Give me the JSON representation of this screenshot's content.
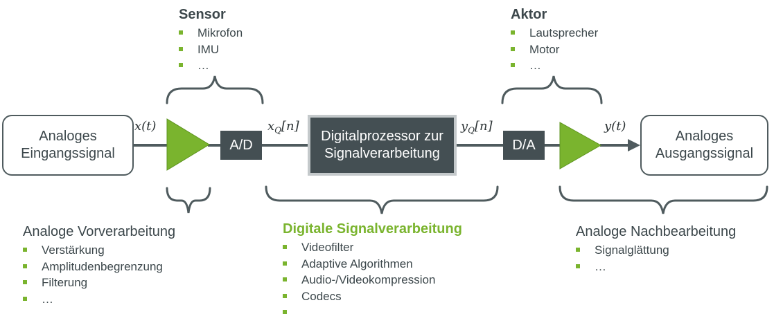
{
  "colors": {
    "accent_green": "#7ab42e",
    "dark_box": "#444f53",
    "text": "#3c474b",
    "line": "#4f5b5e"
  },
  "icons": [
    "amplifier-triangle",
    "arrow",
    "curly-brace"
  ],
  "input_box": {
    "line1": "Analoges",
    "line2": "Eingangssignal"
  },
  "output_box": {
    "line1": "Analoges",
    "line2": "Ausgangssignal"
  },
  "ad_label": "A/D",
  "da_label": "D/A",
  "dsp_box": {
    "line1": "Digitalprozessor zur",
    "line2": "Signalverarbeitung"
  },
  "signals": {
    "x_t": "x(t)",
    "xq_base": "x",
    "xq_sub": "Q",
    "xq_arg": "[n]",
    "yq_base": "y",
    "yq_sub": "Q",
    "yq_arg": "[n]",
    "y_t": "y(t)"
  },
  "sensor": {
    "title": "Sensor",
    "items": [
      "Mikrofon",
      "IMU",
      "…"
    ]
  },
  "aktor": {
    "title": "Aktor",
    "items": [
      "Lautsprecher",
      "Motor",
      "…"
    ]
  },
  "pre": {
    "title": "Analoge Vorverarbeitung",
    "items": [
      "Verstärkung",
      "Amplitudenbegrenzung",
      "Filterung",
      "…"
    ]
  },
  "dsp": {
    "title": "Digitale Signalverarbeitung",
    "items": [
      "Videofilter",
      "Adaptive Algorithmen",
      "Audio-/Videokompression",
      "Codecs",
      ""
    ]
  },
  "post": {
    "title": "Analoge Nachbearbeitung",
    "items": [
      "Signalglättung",
      "…"
    ]
  }
}
